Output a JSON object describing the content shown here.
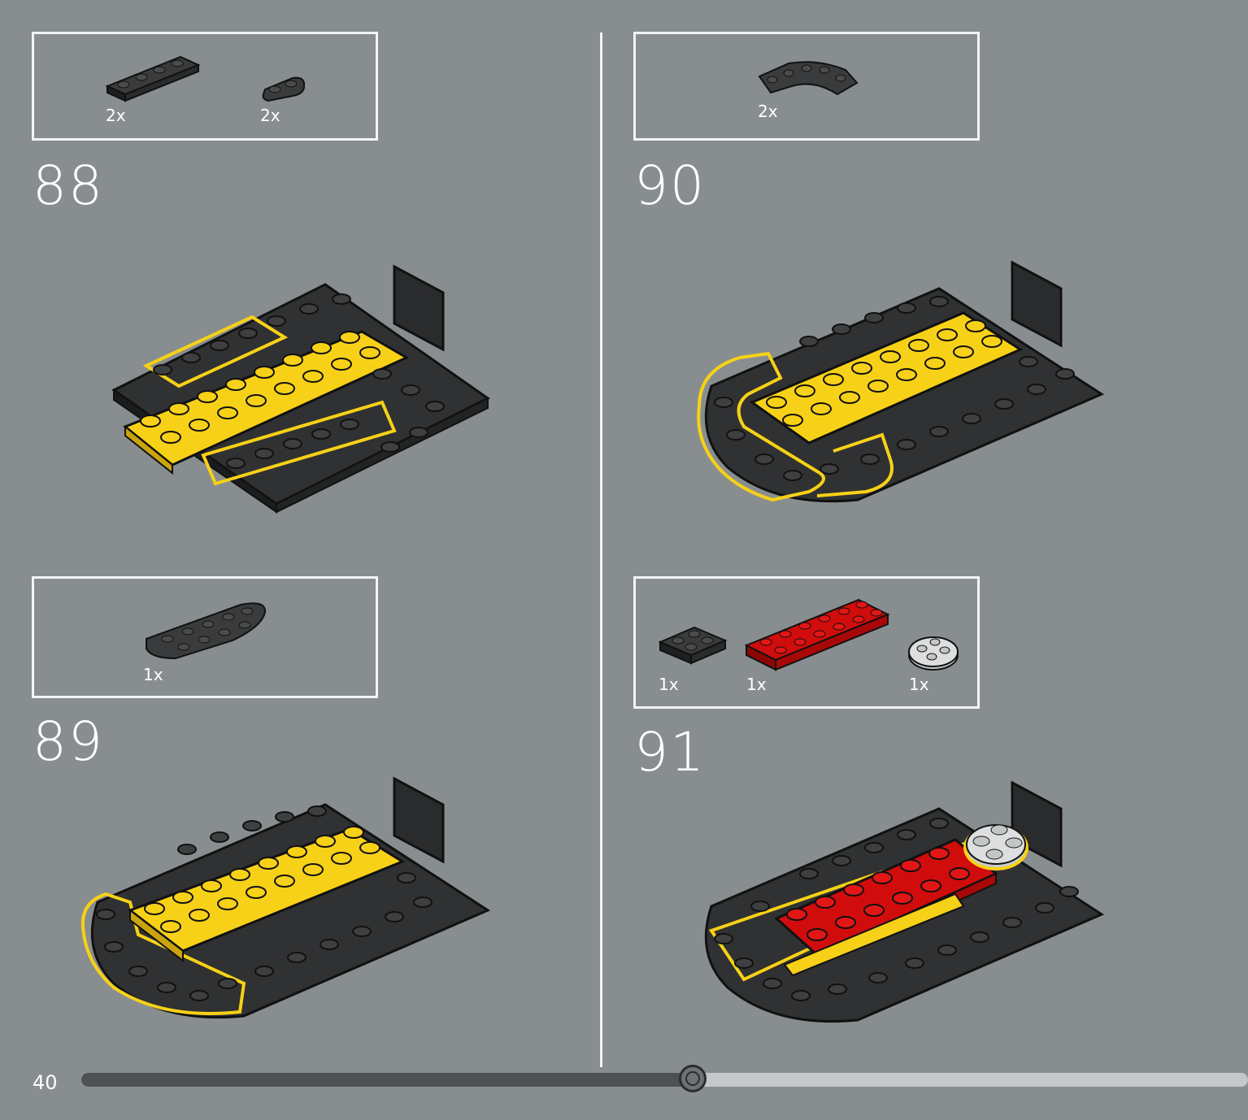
{
  "page": {
    "number": "40",
    "progress_fraction": 0.524
  },
  "steps": [
    {
      "id": "88",
      "number": "88",
      "parts": [
        {
          "qty": "2x",
          "piece": "plate-1x4-dark-gray"
        },
        {
          "qty": "2x",
          "piece": "plate-1x2-rounded-dark-gray"
        }
      ]
    },
    {
      "id": "89",
      "number": "89",
      "parts": [
        {
          "qty": "1x",
          "piece": "plate-round-half-dark-gray"
        }
      ]
    },
    {
      "id": "90",
      "number": "90",
      "parts": [
        {
          "qty": "2x",
          "piece": "plate-curved-corner-dark-gray"
        }
      ]
    },
    {
      "id": "91",
      "number": "91",
      "parts": [
        {
          "qty": "1x",
          "piece": "plate-2x2-dark-gray"
        },
        {
          "qty": "1x",
          "piece": "plate-2x6-red"
        },
        {
          "qty": "1x",
          "piece": "plate-round-2x2-light-gray"
        }
      ]
    }
  ],
  "colors": {
    "background": "#888e8f",
    "plate_dark": "#2f3031",
    "highlight_yellow": "#f7d117",
    "red": "#d10c0c",
    "light_gray": "#c9cbcc"
  }
}
